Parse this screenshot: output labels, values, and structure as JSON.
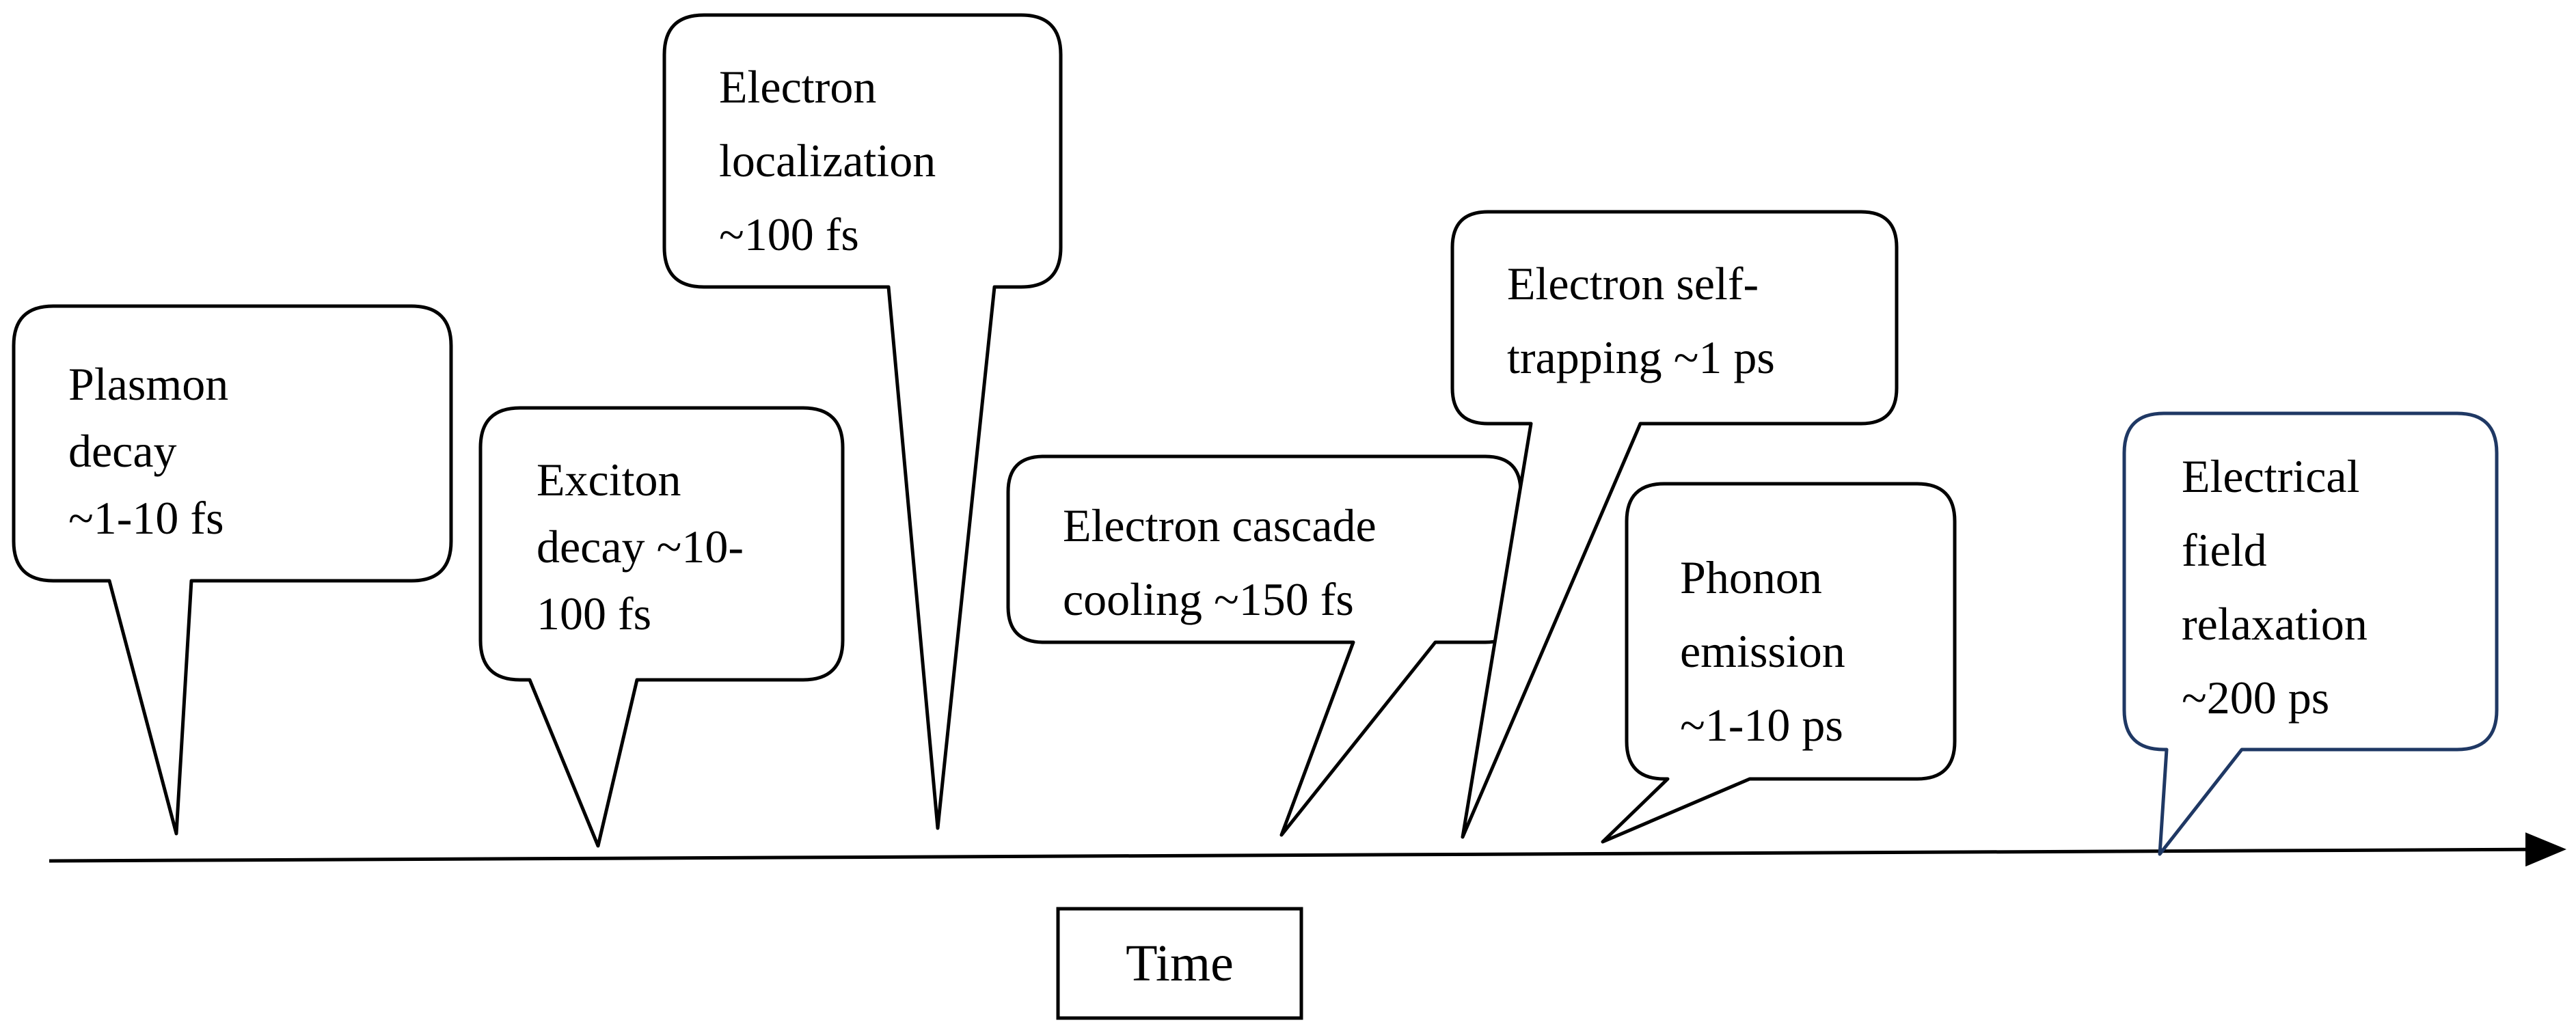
{
  "timeline": {
    "axis_label": "Time",
    "events": [
      {
        "id": "plasmon-decay",
        "lines": [
          "Plasmon",
          "decay",
          "~1-10 fs"
        ]
      },
      {
        "id": "exciton-decay",
        "lines": [
          "Exciton",
          "decay ~10-",
          "100 fs"
        ]
      },
      {
        "id": "electron-localization",
        "lines": [
          "Electron",
          "localization",
          "~100 fs"
        ]
      },
      {
        "id": "electron-cascade-cooling",
        "lines": [
          "Electron  cascade",
          "cooling ~150 fs"
        ]
      },
      {
        "id": "electron-self-trapping",
        "lines": [
          "Electron   self-",
          "trapping ~1 ps"
        ]
      },
      {
        "id": "phonon-emission",
        "lines": [
          "Phonon",
          "emission",
          "~1-10 ps"
        ]
      },
      {
        "id": "electrical-field-relaxation",
        "lines": [
          "Electrical",
          "field",
          "relaxation",
          "~200 ps"
        ]
      }
    ]
  }
}
